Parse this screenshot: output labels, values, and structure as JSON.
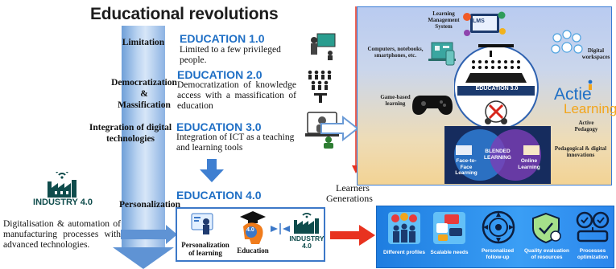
{
  "title": "Educational revolutions",
  "stages": [
    {
      "label": "Limitation",
      "heading": "EDUCATION 1.0",
      "description": "Limited to a few privileged people."
    },
    {
      "label_lines": [
        "Democratization",
        "&",
        "Massification"
      ],
      "heading": "EDUCATION 2.0",
      "description": "Democratization of knowledge access with a massification of education"
    },
    {
      "label_lines": [
        "Integration of digital",
        "technologies"
      ],
      "heading": "EDUCATION 3.0",
      "description": "Integration of ICT as a teaching and learning tools"
    },
    {
      "label": "Personalization",
      "heading": "EDUCATION 4.0"
    }
  ],
  "industry": {
    "logo_text": "INDUSTRY 4.0",
    "description": "Digitalisation & automation of manufacturing processes with advanced technologies."
  },
  "learners": {
    "line1": "Learners",
    "line2": "Generations"
  },
  "bottom_box": {
    "personalization": "Personalization of learning",
    "education": "Education",
    "gear_label": "4.0",
    "industry_logo": "INDUSTRY 4.0"
  },
  "edu3_panel": {
    "lms_label": "Learning Management System",
    "lms_badge": "LMS",
    "computers": "Computers, notebooks, smartphones, etc.",
    "digital_workspaces": "Digital workspaces",
    "game_based": "Game-based learning",
    "center_label": "EDUCATION 3.0",
    "active_learning": {
      "part1": "Acti",
      "part2": "e",
      "part3": "Learning"
    },
    "active_pedagogy": "Active Pedagogy",
    "pedagogical": "Pedagogical & digital innovations",
    "venn": {
      "left": "Face-to-Face Learning",
      "middle": "BLENDED LEARNING",
      "right": "Online Learning"
    }
  },
  "edu4_panel": {
    "items": [
      "Different profiles",
      "Scalable needs",
      "Personalized follow-up",
      "Quality evaluation of resources",
      "Processes optimization"
    ]
  },
  "colors": {
    "heading": "#1f6fc5",
    "arrow": "#5f93d4",
    "red_arrow": "#e8321f",
    "panel_blue": "#1e7de0"
  }
}
